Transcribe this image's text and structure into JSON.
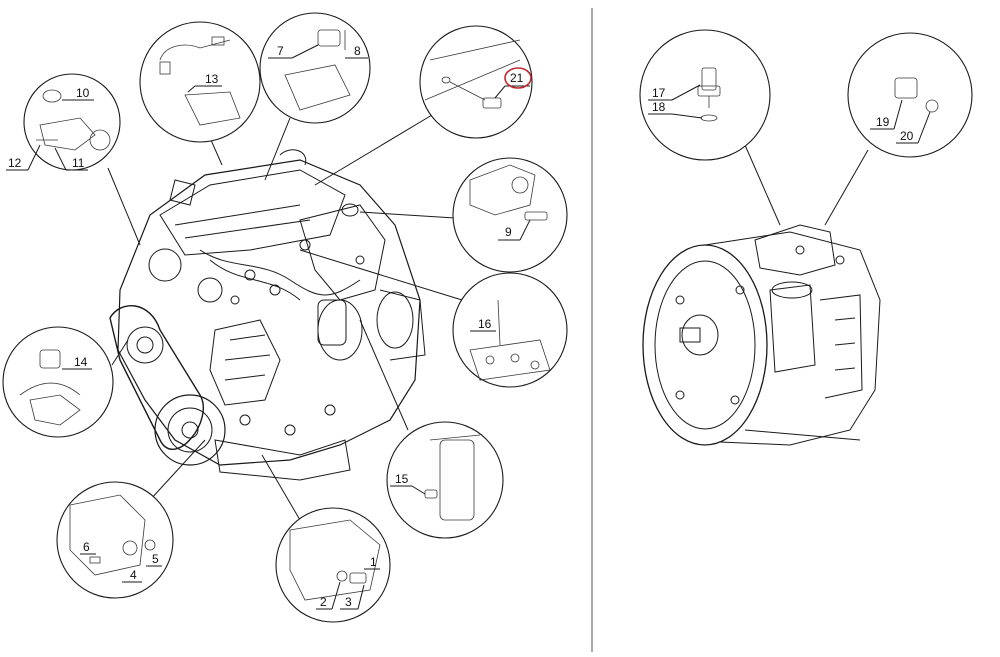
{
  "colors": {
    "line": "#1a1a1a",
    "highlight": "#c0282d",
    "background": "#ffffff"
  },
  "callouts": [
    {
      "id": "1",
      "text": "1"
    },
    {
      "id": "2",
      "text": "2"
    },
    {
      "id": "3",
      "text": "3"
    },
    {
      "id": "4",
      "text": "4"
    },
    {
      "id": "5",
      "text": "5"
    },
    {
      "id": "6",
      "text": "6"
    },
    {
      "id": "7",
      "text": "7"
    },
    {
      "id": "8",
      "text": "8"
    },
    {
      "id": "9",
      "text": "9"
    },
    {
      "id": "10",
      "text": "10"
    },
    {
      "id": "11",
      "text": "11"
    },
    {
      "id": "12",
      "text": "12"
    },
    {
      "id": "13",
      "text": "13"
    },
    {
      "id": "14",
      "text": "14"
    },
    {
      "id": "15",
      "text": "15"
    },
    {
      "id": "16",
      "text": "16"
    },
    {
      "id": "17",
      "text": "17"
    },
    {
      "id": "18",
      "text": "18"
    },
    {
      "id": "19",
      "text": "19"
    },
    {
      "id": "20",
      "text": "20"
    },
    {
      "id": "21",
      "text": "21",
      "highlighted": true
    }
  ]
}
